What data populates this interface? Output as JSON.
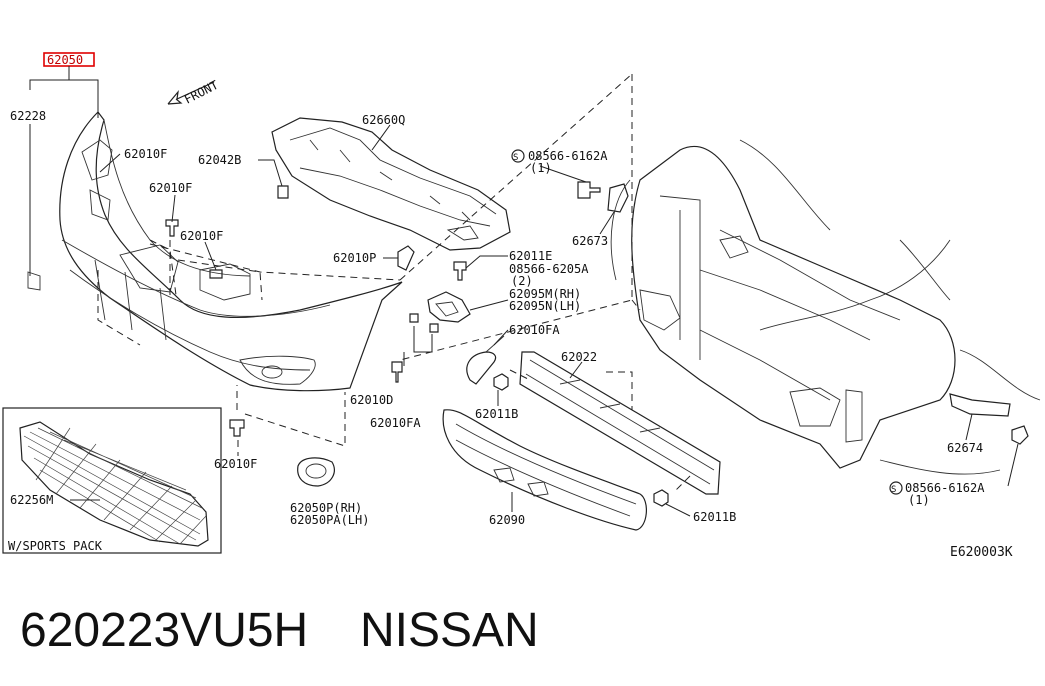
{
  "diagram": {
    "front_label": "FRONT",
    "highlight_label": "62050",
    "labels": {
      "p62228": "62228",
      "p62010F_a": "62010F",
      "p62010F_b": "62010F",
      "p62010F_c": "62010F",
      "p62042B": "62042B",
      "p62660Q": "62660Q",
      "p62010P": "62010P",
      "p62011E": "62011E",
      "p08566_6205A": "08566-6205A",
      "p08566_6205A_qty": "(2)",
      "p62095M": "62095M(RH)",
      "p62095N": "62095N(LH)",
      "p62010FA_a": "62010FA",
      "p62010D": "62010D",
      "p62010FA_b": "62010FA",
      "p62010F_d": "62010F",
      "p62050P": "62050P(RH)",
      "p62050PA": "62050PA(LH)",
      "p62011B_a": "62011B",
      "p62022": "62022",
      "p62090": "62090",
      "p62011B_b": "62011B",
      "p08566_6162A_top": "08566-6162A",
      "p08566_6162A_top_qty": "(1)",
      "p62673": "62673",
      "p62674": "62674",
      "p08566_6162A_bot": "08566-6162A",
      "p08566_6162A_bot_qty": "(1)",
      "p62256M": "62256M",
      "inset_caption": "W/SPORTS PACK",
      "diagram_code": "E620003K"
    }
  },
  "footer": {
    "part_number": "620223VU5H",
    "brand": "NISSAN"
  }
}
